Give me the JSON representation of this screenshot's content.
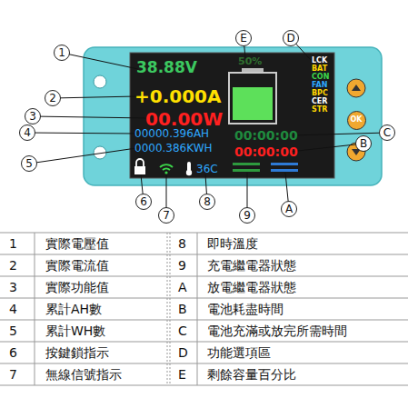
{
  "diagram": {
    "nodes": [
      {
        "text": [
          "1"
        ]
      },
      {
        "text": [
          "2"
        ]
      },
      {
        "text": [
          "3"
        ]
      },
      {
        "text": [
          "4"
        ]
      },
      {
        "text": [
          "5"
        ]
      },
      {
        "text": [
          "6"
        ]
      },
      {
        "text": [
          "7"
        ]
      },
      {
        "text": [
          "8"
        ]
      },
      {
        "text": [
          "9"
        ]
      },
      {
        "text": [
          "A"
        ]
      },
      {
        "text": [
          "B"
        ]
      },
      {
        "text": [
          "C"
        ]
      },
      {
        "text": [
          "D"
        ]
      },
      {
        "text": [
          "E"
        ]
      },
      {
        "text": [
          "OK"
        ]
      }
    ],
    "labels": [
      "38.88V",
      "50%",
      "+0.000A",
      "00.00W",
      "00000.396AH",
      "0000.386KWH",
      "LCK",
      "BAT",
      "CON",
      "FAN",
      "BPC",
      "CER",
      "STR",
      "00:00:00",
      "00:00:00",
      "36C",
      "1",
      "實際電壓值",
      "8",
      "即時溫度",
      "2",
      "實際電流值",
      "9",
      "充電繼電器狀態",
      "3",
      "實際功能值",
      "A",
      "放電繼電器狀態",
      "4",
      "累計AH數",
      "B",
      "電池耗盡時間",
      "5",
      "累計WH數",
      "C",
      "電池充滿或放完所需時間",
      "6",
      "按鍵鎖指示",
      "D",
      "功能選項區",
      "7",
      "無線信號指示",
      "E",
      "剩餘容量百分比"
    ]
  }
}
